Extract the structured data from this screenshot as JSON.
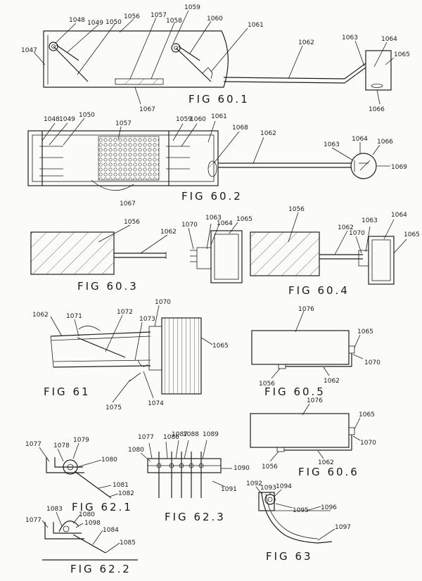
{
  "figures": {
    "f601": {
      "caption": "FIG 60.1",
      "labels": [
        "1047",
        "1048",
        "1049",
        "1050",
        "1056",
        "1057",
        "1058",
        "1059",
        "1060",
        "1061",
        "1062",
        "1063",
        "1064",
        "1065",
        "1066",
        "1067"
      ]
    },
    "f602": {
      "caption": "FIG 60.2",
      "labels": [
        "1048",
        "1049",
        "1050",
        "1057",
        "1059",
        "1060",
        "1061",
        "1068",
        "1062",
        "1063",
        "1064",
        "1066",
        "1069",
        "1067"
      ]
    },
    "f603": {
      "caption": "FIG 60.3",
      "labels": [
        "1056",
        "1062",
        "1070",
        "1063",
        "1064",
        "1065"
      ]
    },
    "f604": {
      "caption": "FIG 60.4",
      "labels": [
        "1056",
        "1062",
        "1070",
        "1063",
        "1064",
        "1065"
      ]
    },
    "f61": {
      "caption": "FIG 61",
      "labels": [
        "1062",
        "1071",
        "1072",
        "1073",
        "1070",
        "1065",
        "1075",
        "1074"
      ]
    },
    "f605": {
      "caption": "FIG 60.5",
      "labels": [
        "1076",
        "1065",
        "1070",
        "1056",
        "1062"
      ]
    },
    "f606": {
      "caption": "FIG 60.6",
      "labels": [
        "1076",
        "1065",
        "1070",
        "1056",
        "1062"
      ]
    },
    "f621": {
      "caption": "FIG 62.1",
      "labels": [
        "1077",
        "1078",
        "1079",
        "1080",
        "1081",
        "1082"
      ]
    },
    "f622": {
      "caption": "FIG 62.2",
      "labels": [
        "1077",
        "1083",
        "1080",
        "1098",
        "1084",
        "1085"
      ]
    },
    "f623": {
      "caption": "FIG 62.3",
      "labels": [
        "1077",
        "1086",
        "1087",
        "1088",
        "1089",
        "1080",
        "1090",
        "1091"
      ]
    },
    "f63": {
      "caption": "FIG 63",
      "labels": [
        "1092",
        "1093",
        "1094",
        "1095",
        "1096",
        "1097"
      ]
    }
  }
}
